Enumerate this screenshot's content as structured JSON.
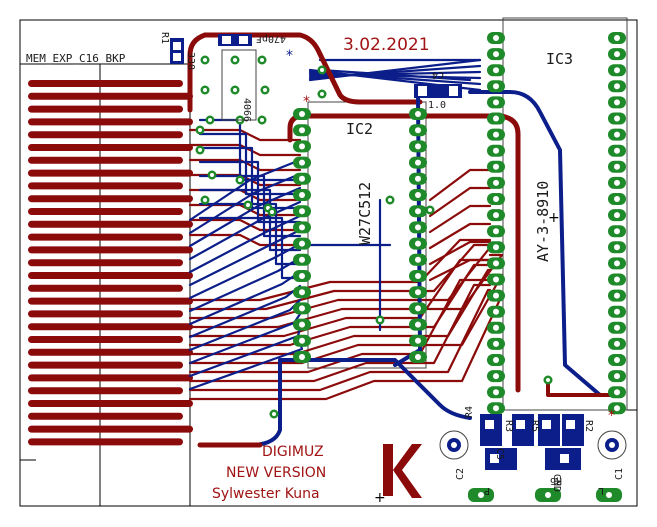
{
  "board": {
    "date": "3.02.2021",
    "connector_label": "MEM_EXP_C16_BKP",
    "chips": {
      "ic2": "IC2",
      "ic3": "IC3",
      "ic2_part": "W27C512",
      "ic3_part": "AY-3-8910"
    },
    "components": {
      "r1": "R1",
      "r1_value": "330",
      "c3_value": "470pF",
      "c4": "C4",
      "c4_value": "1.0",
      "chip_small": "4066",
      "r4": "R4",
      "r3": "R3",
      "r5": "R5",
      "r2": "R2",
      "r6": "R6",
      "c5": "C5",
      "c1": "C1",
      "c2": "C2",
      "l": "L",
      "p": "P",
      "gnd": "GND"
    },
    "credits": {
      "line1": "DIGIMUZ",
      "line2": "NEW VERSION",
      "line3": "Sylwester Kuna"
    },
    "colors": {
      "top_copper": "#8b0a0a",
      "bottom_copper": "#0c1e8a",
      "pad": "#1e8a2a",
      "outline": "#000000"
    }
  }
}
